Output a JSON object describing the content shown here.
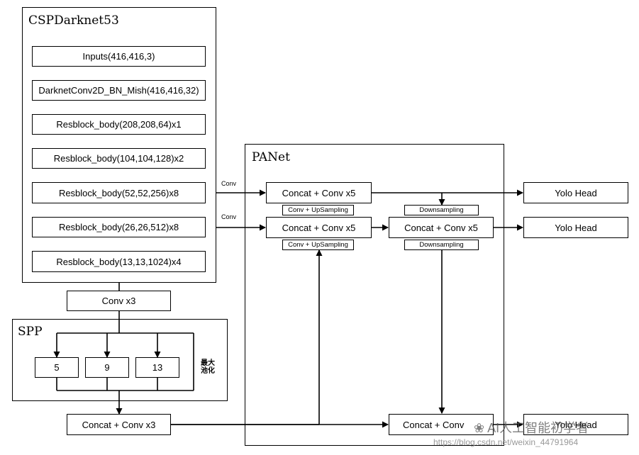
{
  "backbone": {
    "title": "CSPDarknet53",
    "layers": [
      "Inputs(416,416,3)",
      "DarknetConv2D_BN_Mish(416,416,32)",
      "Resblock_body(208,208,64)x1",
      "Resblock_body(104,104,128)x2",
      "Resblock_body(52,52,256)x8",
      "Resblock_body(26,26,512)x8",
      "Resblock_body(13,13,1024)x4"
    ]
  },
  "conv_after_backbone": "Conv x3",
  "spp": {
    "title": "SPP",
    "pools": [
      "5",
      "9",
      "13"
    ],
    "side_label": "最大池化"
  },
  "concat_bottom_left": "Concat + Conv x3",
  "panet": {
    "title": "PANet",
    "concat_top": "Concat + Conv x5",
    "concat_mid_left": "Concat + Conv x5",
    "concat_mid_right": "Concat + Conv x5",
    "concat_bottom": "Concat + Conv",
    "upsampling_1": "Conv + UpSampling",
    "upsampling_2": "Conv + UpSampling",
    "downsampling_1": "Downsampling",
    "downsampling_2": "Downsampling"
  },
  "conv_labels": [
    "Conv",
    "Conv"
  ],
  "heads": [
    "Yolo Head",
    "Yolo Head",
    "Yolo Head"
  ],
  "watermark": {
    "text": "AI人工智能初学者",
    "url": "https://blog.csdn.net/weixin_44791964"
  }
}
